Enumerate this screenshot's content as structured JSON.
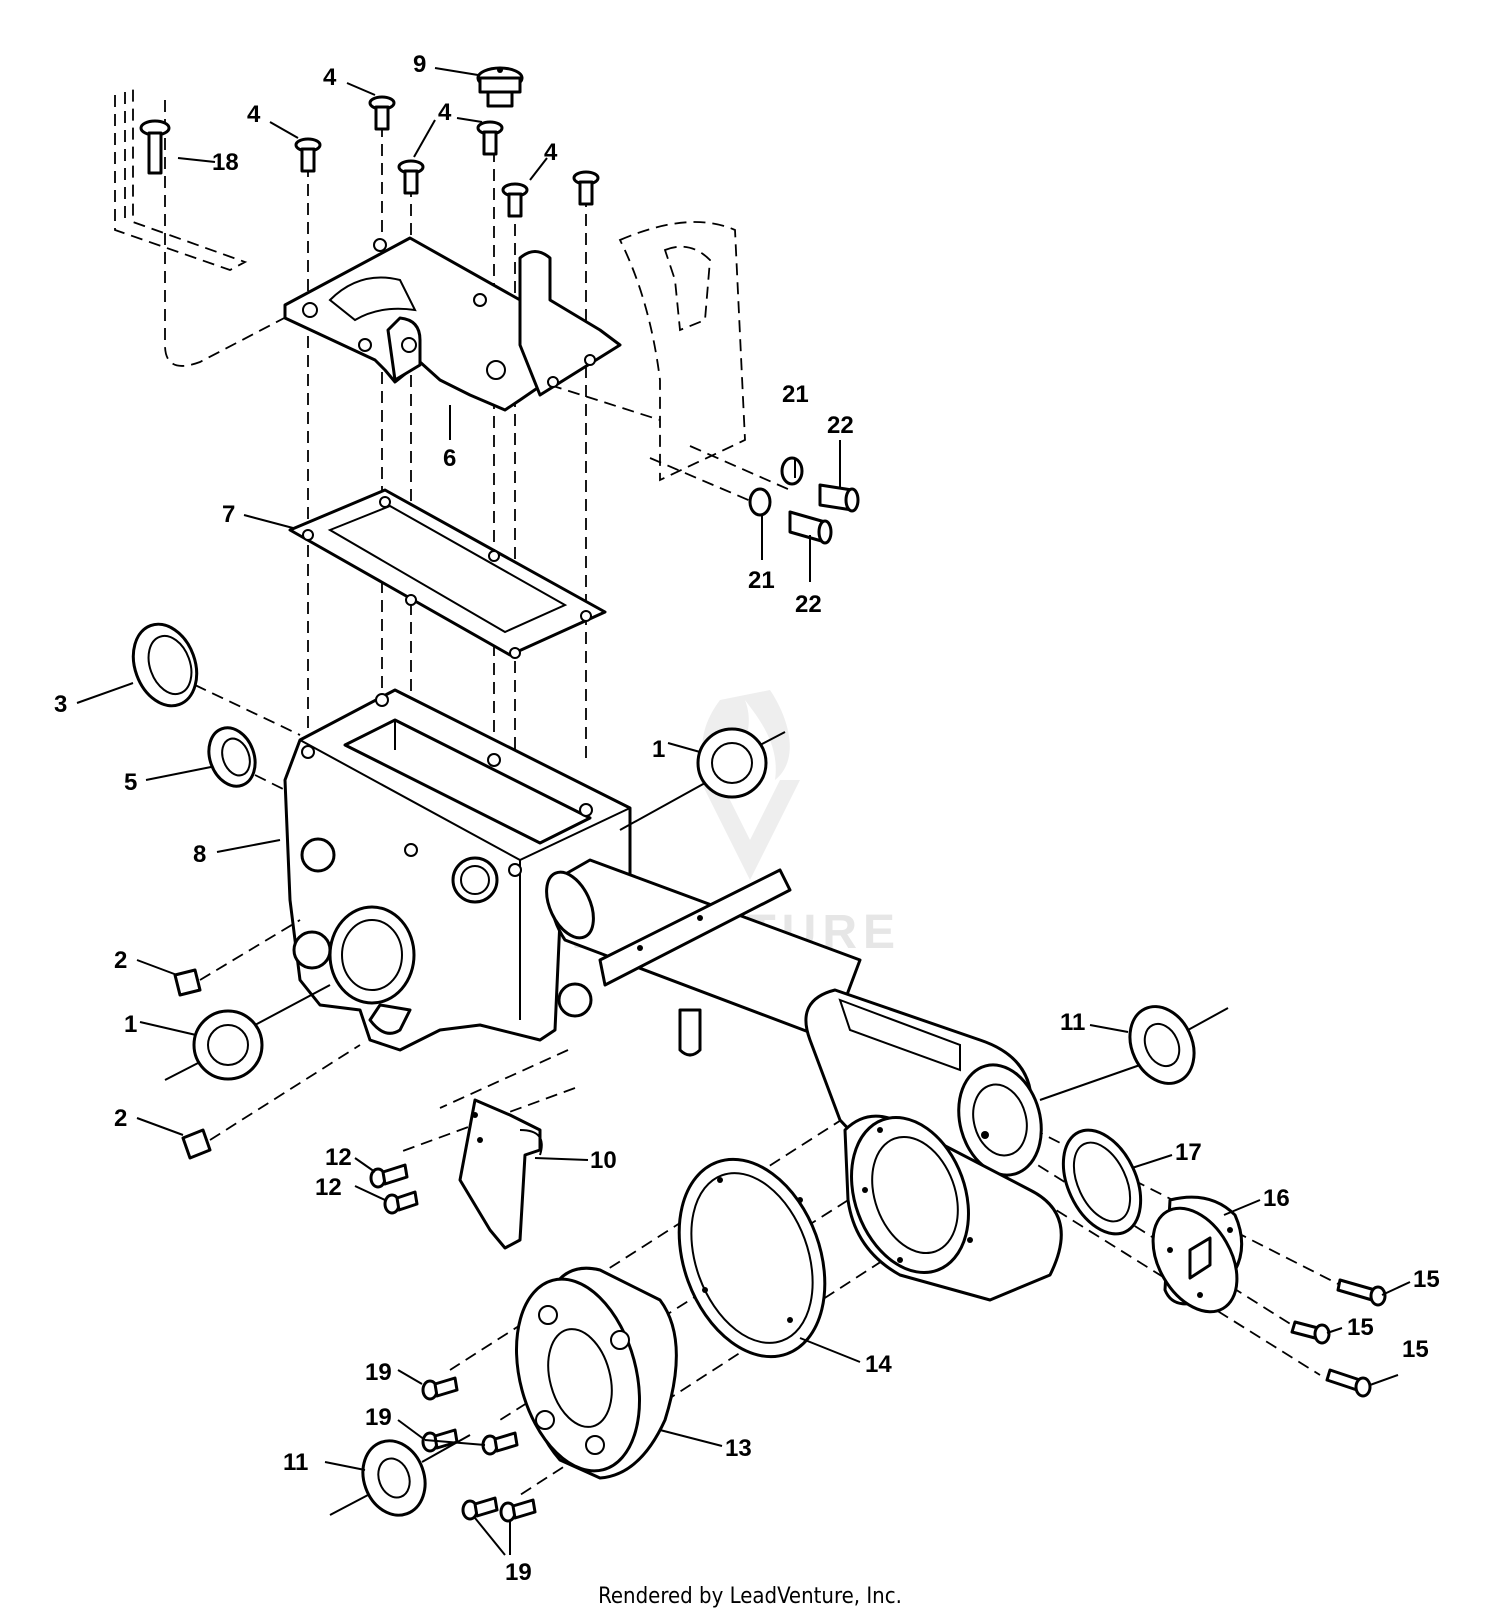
{
  "diagram": {
    "callouts": [
      "1",
      "1",
      "2",
      "2",
      "3",
      "4",
      "4",
      "4",
      "4",
      "5",
      "6",
      "7",
      "8",
      "9",
      "10",
      "11",
      "11",
      "12",
      "12",
      "13",
      "14",
      "15",
      "15",
      "15",
      "16",
      "17",
      "18",
      "19",
      "19",
      "19",
      "21",
      "21",
      "22",
      "22"
    ]
  },
  "watermark": {
    "text": "LEADVENTURE"
  },
  "footer": {
    "text": "Rendered by LeadVenture, Inc."
  }
}
